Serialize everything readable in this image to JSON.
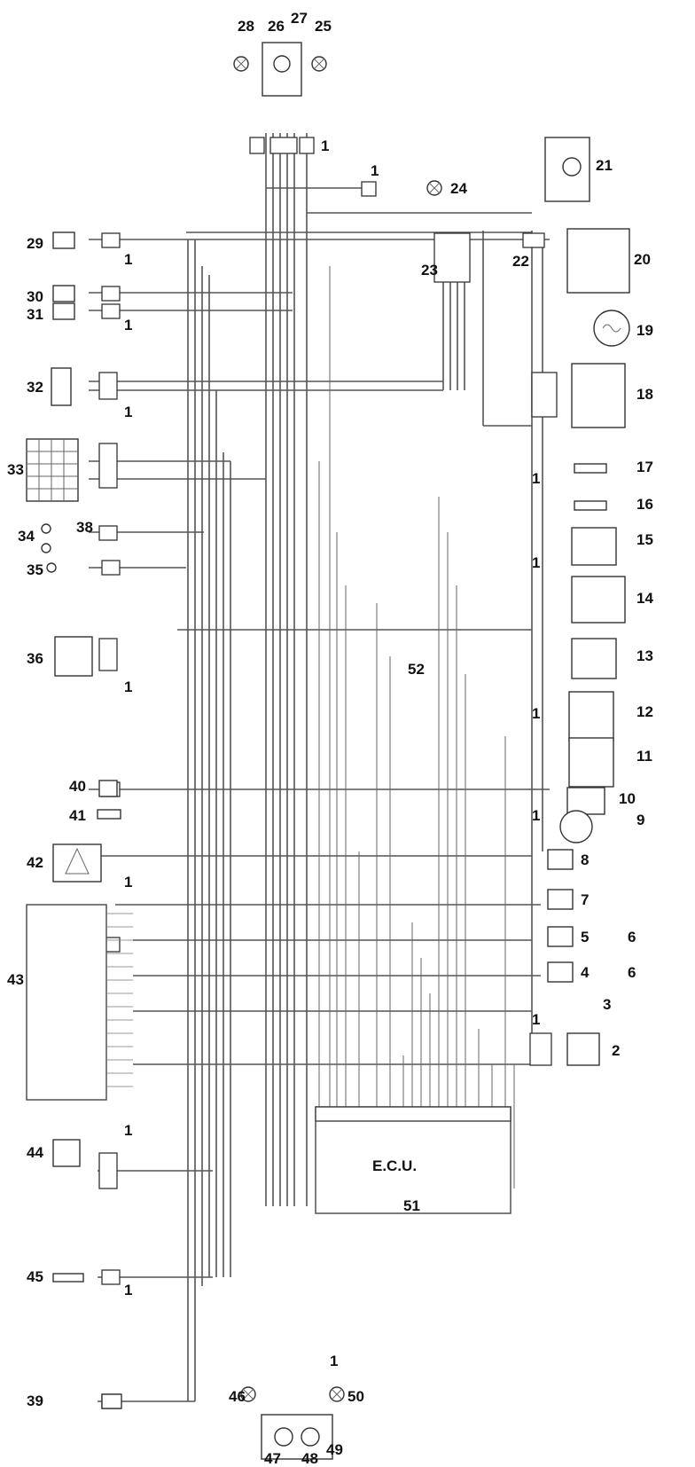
{
  "ecu": {
    "label": "E.C.U."
  },
  "labels": {
    "c1": "1",
    "c2": "2",
    "c3": "3",
    "c4": "4",
    "c5": "5",
    "c6": "6",
    "c7": "7",
    "c8": "8",
    "c9": "9",
    "c10": "10",
    "c11": "11",
    "c12": "12",
    "c13": "13",
    "c14": "14",
    "c15": "15",
    "c16": "16",
    "c17": "17",
    "c18": "18",
    "c19": "19",
    "c20": "20",
    "c21": "21",
    "c22": "22",
    "c23": "23",
    "c24": "24",
    "c25": "25",
    "c26": "26",
    "c27": "27",
    "c28": "28",
    "c29": "29",
    "c30": "30",
    "c31": "31",
    "c32": "32",
    "c33": "33",
    "c34": "34",
    "c35": "35",
    "c36": "36",
    "c38": "38",
    "c39": "39",
    "c40": "40",
    "c41": "41",
    "c42": "42",
    "c43": "43",
    "c44": "44",
    "c45": "45",
    "c46": "46",
    "c47": "47",
    "c48": "48",
    "c49": "49",
    "c50": "50",
    "c51": "51",
    "c52": "52"
  },
  "colors": {
    "wire": "#555555",
    "ink": "#111111",
    "background": "#ffffff"
  }
}
